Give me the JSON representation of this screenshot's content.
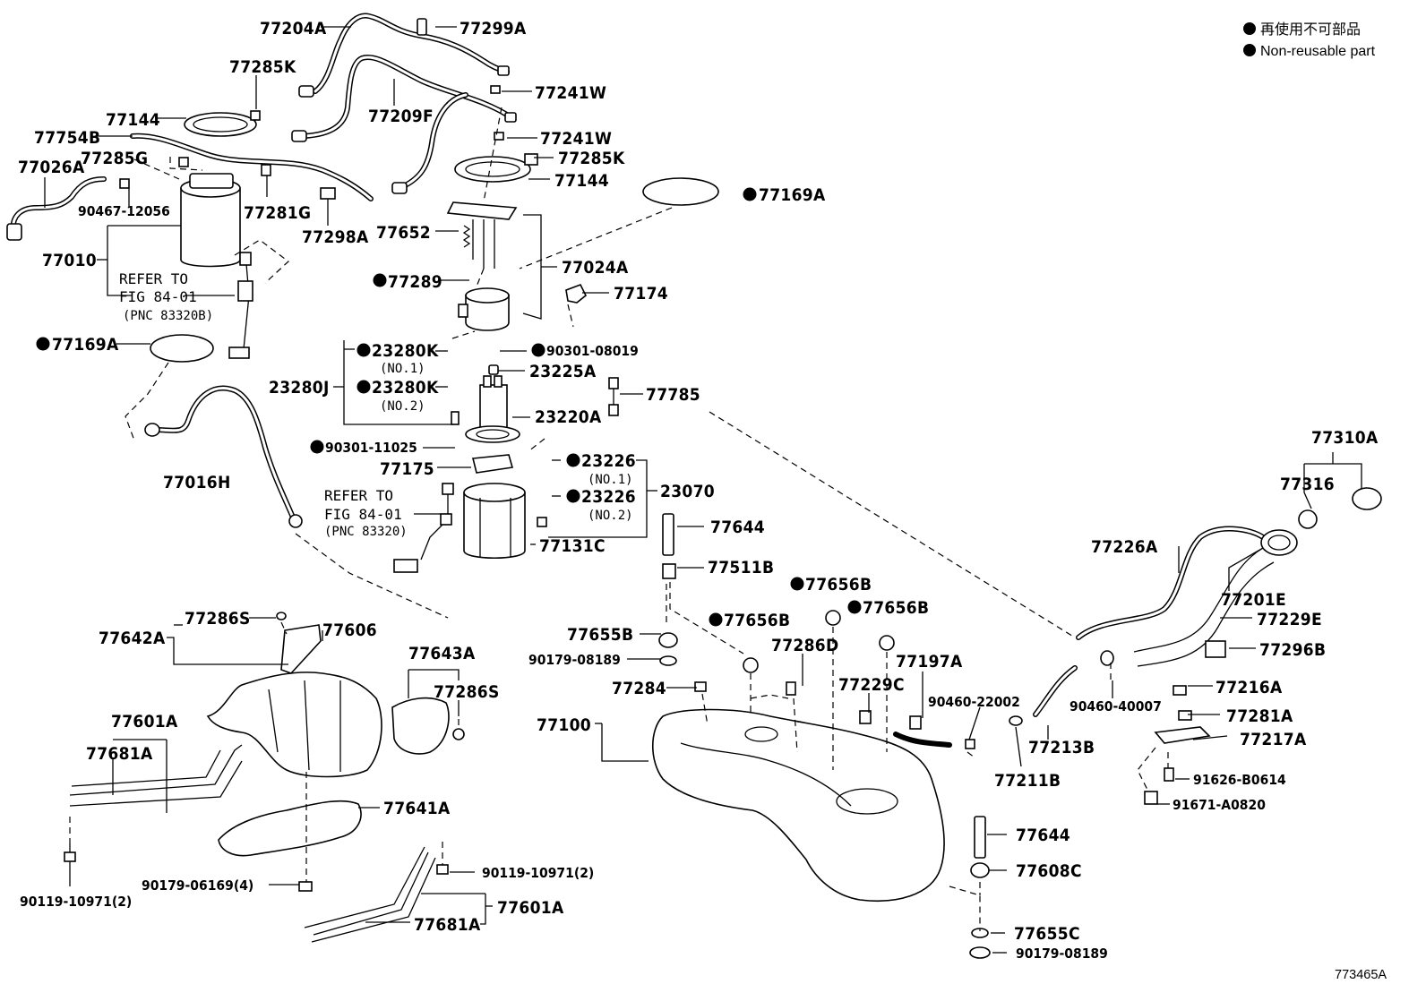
{
  "legend": {
    "jp": "再使用不可部品",
    "en": "Non-reusable part"
  },
  "caption": "773465A",
  "labels": {
    "p77204A": "77204A",
    "p77299A": "77299A",
    "p77285K_a": "77285K",
    "p77241W_a": "77241W",
    "p77144_a": "77144",
    "p77209F": "77209F",
    "p77754B": "77754B",
    "p77241W_b": "77241W",
    "p77285G": "77285G",
    "p77285K_b": "77285K",
    "p77026A": "77026A",
    "p77144_b": "77144",
    "p90467": "90467-12056",
    "p77281G": "77281G",
    "p77169A_a": "77169A",
    "p77298A": "77298A",
    "p77652": "77652",
    "p77010": "77010",
    "p77024A": "77024A",
    "p77289": "77289",
    "p77174": "77174",
    "refer1_a": "REFER TO",
    "refer1_b": "FIG 84-01",
    "refer1_c": "(PNC 83320B)",
    "p77169A_b": "77169A",
    "p23280K_a": "23280K",
    "p90301_08019": "90301-08019",
    "no1_a": "(NO.1)",
    "p23225A": "23225A",
    "p23280J": "23280J",
    "p23280K_b": "23280K",
    "p77785": "77785",
    "no2_a": "(NO.2)",
    "p23220A": "23220A",
    "p90301_11025": "90301-11025",
    "p23226_a": "23226",
    "p77175": "77175",
    "no1_b": "(NO.1)",
    "p77016H": "77016H",
    "p23226_b": "23226",
    "p23070": "23070",
    "refer2_a": "REFER TO",
    "refer2_b": "FIG 84-01",
    "refer2_c": "(PNC 83320)",
    "no2_b": "(NO.2)",
    "p77644_a": "77644",
    "p77131C": "77131C",
    "p77310A": "77310A",
    "p77316": "77316",
    "p77226A": "77226A",
    "p77511B": "77511B",
    "p77656B_a": "77656B",
    "p77201E": "77201E",
    "p77286S_a": "77286S",
    "p77606": "77606",
    "p77642A": "77642A",
    "p77656B_b": "77656B",
    "p77656B_c": "77656B",
    "p77229E": "77229E",
    "p77655B": "77655B",
    "p77296B": "77296B",
    "p77643A": "77643A",
    "p77286D": "77286D",
    "p90179_08189_a": "90179-08189",
    "p77197A": "77197A",
    "p77284": "77284",
    "p77229C": "77229C",
    "p77286S_b": "77286S",
    "p77216A": "77216A",
    "p90460_22002": "90460-22002",
    "p90460_40007": "90460-40007",
    "p77601A_a": "77601A",
    "p77281A": "77281A",
    "p77100": "77100",
    "p77217A": "77217A",
    "p77681A_a": "77681A",
    "p77213B": "77213B",
    "p77211B": "77211B",
    "p91626": "91626-B0614",
    "p91671": "91671-A0820",
    "p77641A": "77641A",
    "p77644_b": "77644",
    "p90179_06169": "90179-06169(4)",
    "p90119_10971_a": "90119-10971(2)",
    "p77608C": "77608C",
    "p90119_10971_b": "90119-10971(2)",
    "p77601A_b": "77601A",
    "p77681A_b": "77681A",
    "p77655C": "77655C",
    "p90179_08189_b": "90179-08189"
  }
}
